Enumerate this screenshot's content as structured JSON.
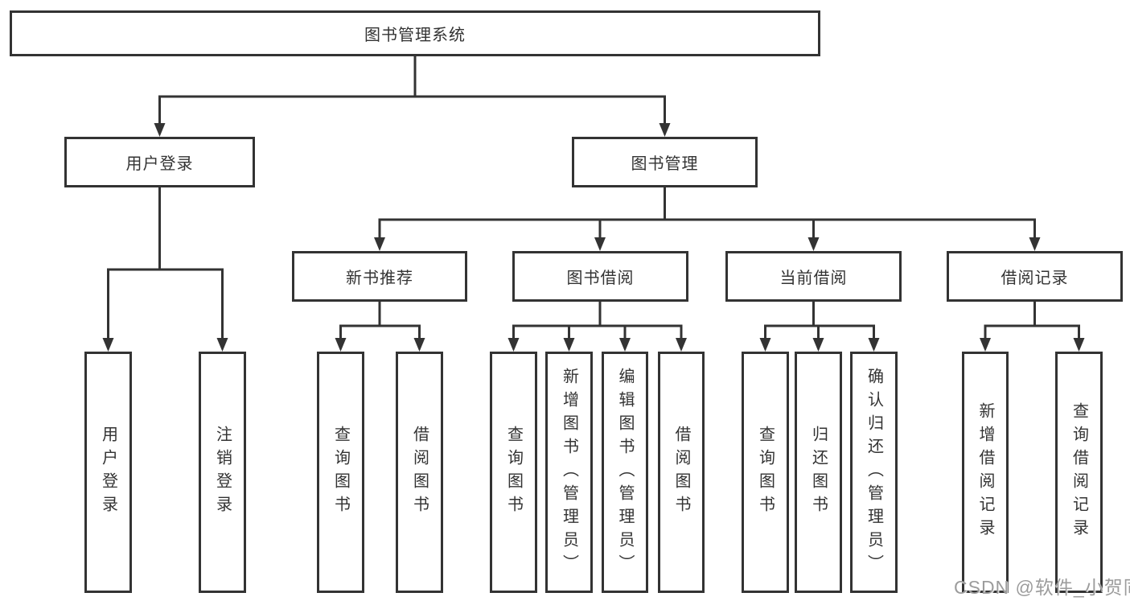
{
  "diagram": {
    "background_color": "#ffffff",
    "line_color": "#333333",
    "box_border_color": "#333333",
    "text_color": "#333333"
  },
  "tree": {
    "root": {
      "label": "图书管理系统",
      "children": [
        {
          "label": "用户登录",
          "children": [
            {
              "label": "用户登录"
            },
            {
              "label": "注销登录"
            }
          ]
        },
        {
          "label": "图书管理",
          "children": [
            {
              "label": "新书推荐",
              "children": [
                {
                  "label": "查询图书"
                },
                {
                  "label": "借阅图书"
                }
              ]
            },
            {
              "label": "图书借阅",
              "children": [
                {
                  "label": "查询图书"
                },
                {
                  "label": "新增图书（管理员）"
                },
                {
                  "label": "编辑图书（管理员）"
                },
                {
                  "label": "借阅图书"
                }
              ]
            },
            {
              "label": "当前借阅",
              "children": [
                {
                  "label": "查询图书"
                },
                {
                  "label": "归还图书"
                },
                {
                  "label": "确认归还（管理员）"
                }
              ]
            },
            {
              "label": "借阅记录",
              "children": [
                {
                  "label": "新增借阅记录"
                },
                {
                  "label": "查询借阅记录"
                }
              ]
            }
          ]
        }
      ]
    }
  },
  "watermark": {
    "text": "CSDN @软件_小贺同学",
    "color": "#9c9c9c"
  }
}
